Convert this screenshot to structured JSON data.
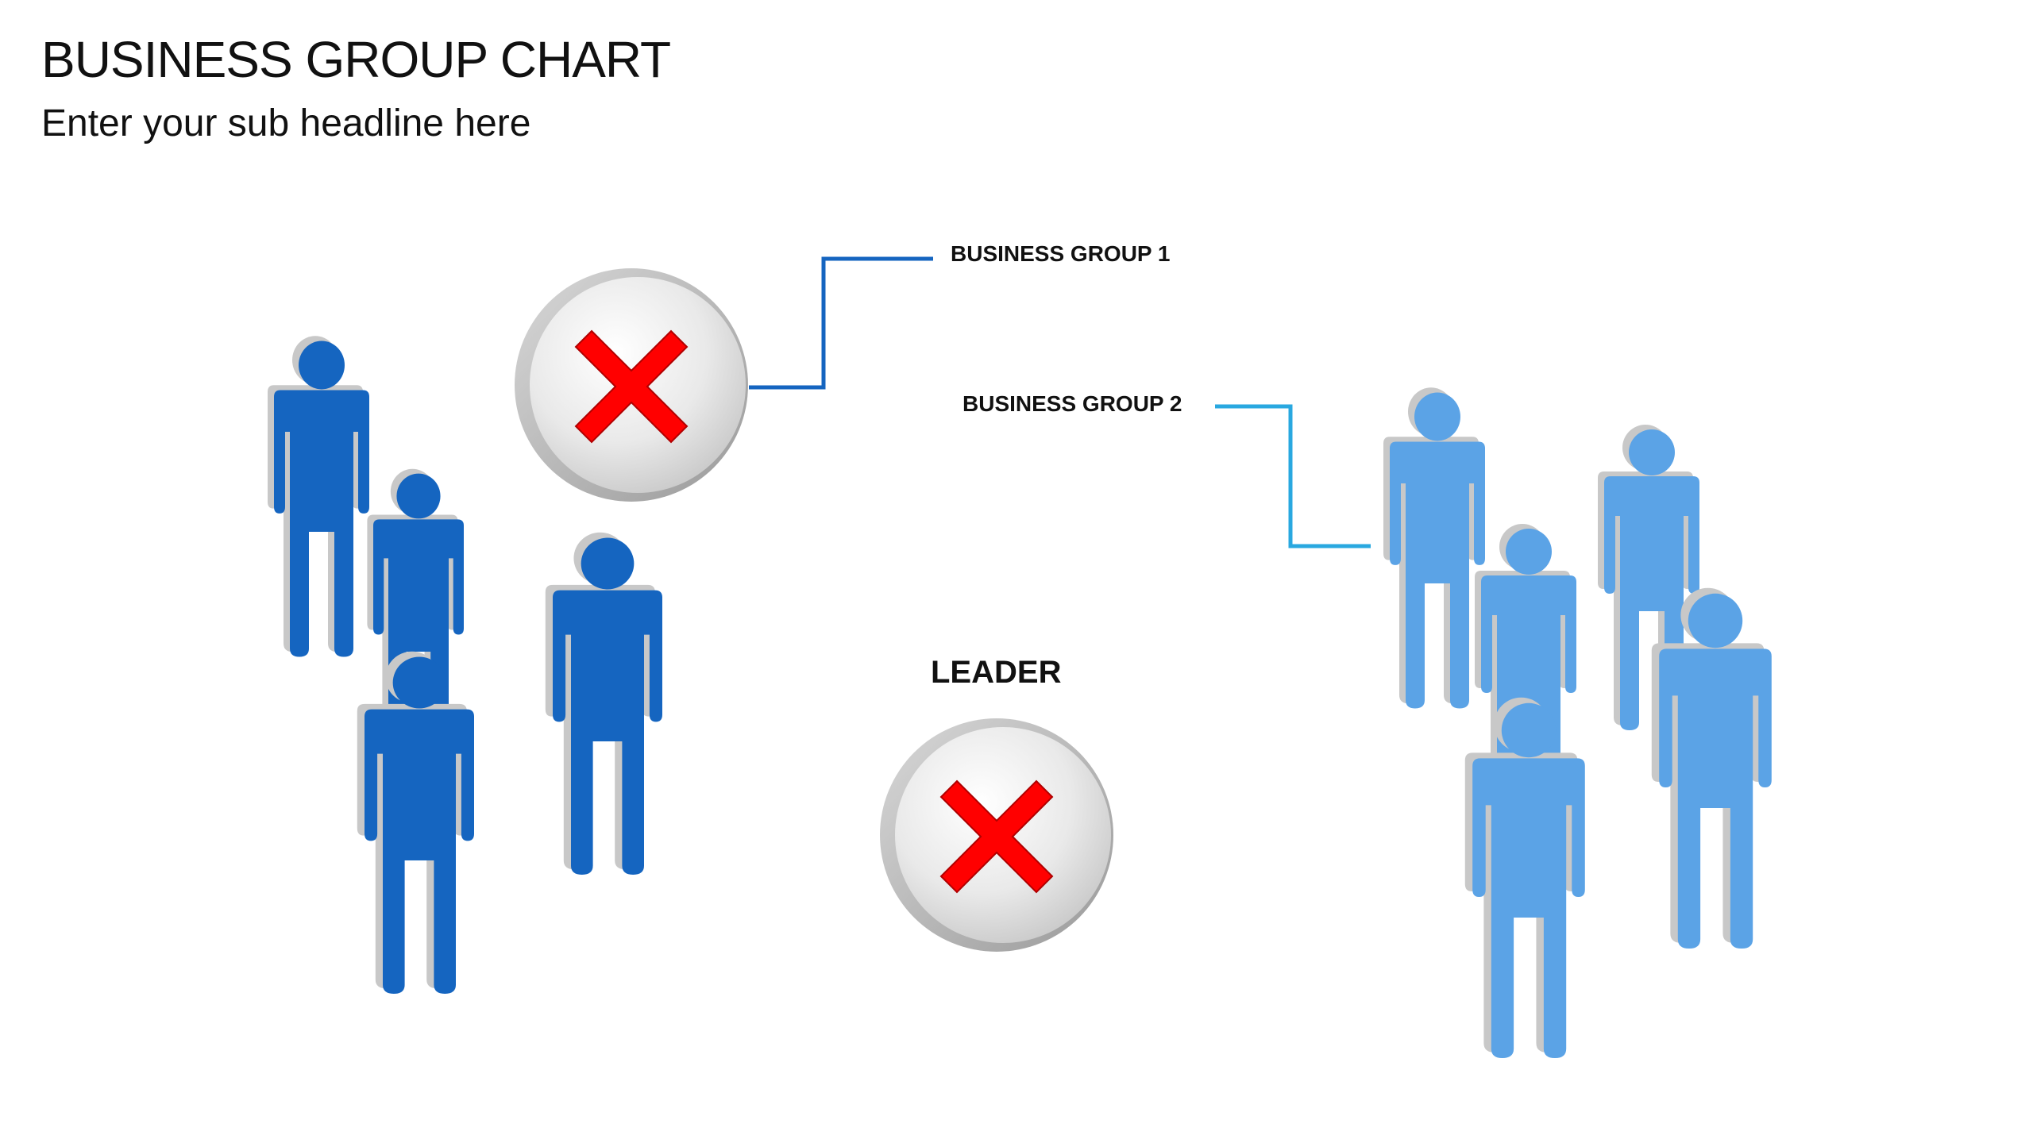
{
  "slide": {
    "title": "BUSINESS GROUP CHART",
    "subtitle": "Enter your sub headline here"
  },
  "labels": {
    "group1": "BUSINESS GROUP 1",
    "group2": "BUSINESS GROUP 2",
    "leader": "LEADER"
  },
  "colors": {
    "group1": "#1565C0",
    "group2": "#5BA3E6",
    "connector1": "#1565C0",
    "connector2": "#29A8E0",
    "cross": "#FF0000",
    "badge": "#E4E4E4"
  },
  "icons": {
    "person": "person-icon",
    "badge": "x-mark-icon"
  },
  "groups": [
    {
      "name": "group1",
      "members": 4
    },
    {
      "name": "group2",
      "members": 5
    }
  ]
}
